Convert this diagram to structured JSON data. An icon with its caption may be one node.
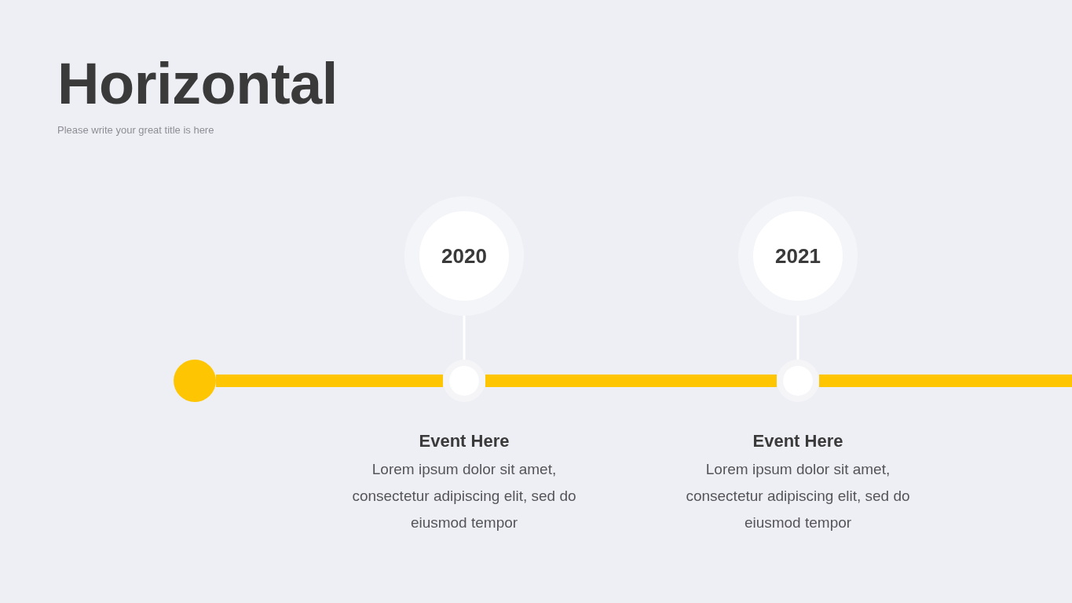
{
  "diagram": {
    "title": "Horizontal",
    "nodes": [
      {
        "text": [],
        "shape": "circle"
      },
      {
        "text": [
          "2020"
        ]
      },
      {
        "text": [],
        "shape": "circle",
        "beside": [
          "Event Here",
          "Lorem ipsum dolor sit amet, consectetur adipiscing elit, sed do eiusmod tempor"
        ]
      },
      {
        "text": [
          "2021"
        ]
      },
      {
        "text": [],
        "shape": "circle",
        "beside": [
          "Event Here",
          "Lorem ipsum dolor sit amet, consectetur adipiscing elit, sed do eiusmod tempor"
        ]
      }
    ],
    "edges": [
      {
        "from": 0,
        "to": 2,
        "arrow": "none"
      },
      {
        "from": 2,
        "to": 4,
        "arrow": "none"
      },
      {
        "from": 4,
        "to": null,
        "arrow": "none"
      },
      {
        "from": 1,
        "to": 2,
        "arrow": "none",
        "color": "#ffffff"
      },
      {
        "from": 3,
        "to": 4,
        "arrow": "none",
        "color": "#ffffff"
      }
    ],
    "labels": [
      "Please write your great title is here"
    ]
  }
}
